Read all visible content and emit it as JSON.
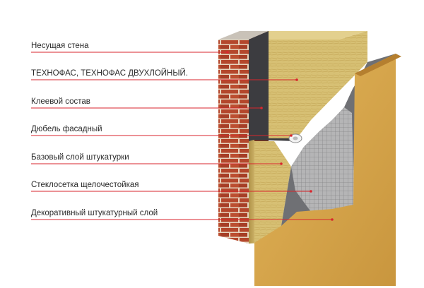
{
  "diagram": {
    "layers": [
      {
        "label": "Несущая стена"
      },
      {
        "label": "ТЕХНОФАС, ТЕХНОФАС ДВУХЛОЙНЫЙ."
      },
      {
        "label": "Клеевой состав"
      },
      {
        "label": "Дюбель фасадный"
      },
      {
        "label": "Базовый слой штукатурки"
      },
      {
        "label": "Стеклосетка щелочестойкая"
      },
      {
        "label": "Декоративный штукатурный слой"
      }
    ]
  },
  "colors": {
    "leader_line": "#d9262c",
    "brick": "#b4472c",
    "mortar": "#e8d5bf",
    "insulation": "#d9c37a",
    "adhesive": "#3e3e42",
    "plaster": "#d6a54a",
    "mesh": "#c9c9c9"
  }
}
